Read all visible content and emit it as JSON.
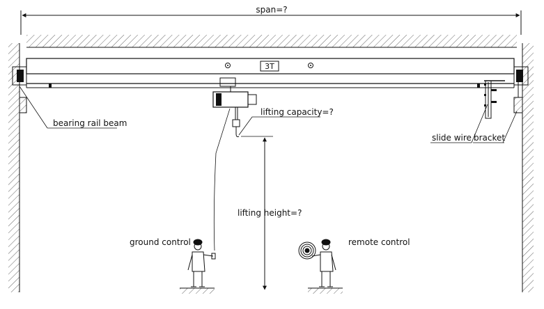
{
  "diagram": {
    "span_label": "span=?",
    "capacity_plate": "3T",
    "lifting_capacity_label": "lifting capacity=?",
    "lifting_height_label": "lifting height=?",
    "bearing_rail_beam_label": "bearing rail beam",
    "slide_wire_label": "slide wire",
    "bracket_label": "bracket",
    "ground_control_label": "ground control",
    "remote_control_label": "remote control"
  },
  "colors": {
    "line": "#111111",
    "hatch": "#555555",
    "background": "#ffffff"
  }
}
